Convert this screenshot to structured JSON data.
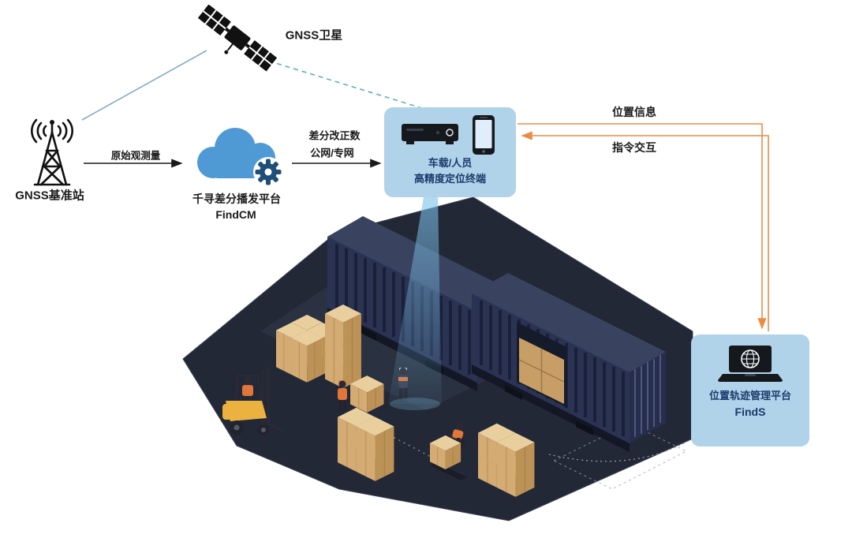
{
  "nodes": {
    "satellite": {
      "label": "GNSS卫星"
    },
    "base_station": {
      "label": "GNSS基准站"
    },
    "cloud": {
      "title": "千寻差分播发平台",
      "subtitle": "FindCM"
    },
    "terminal": {
      "line1": "车载/人员",
      "line2": "高精度定位终端"
    },
    "platform": {
      "title": "位置轨迹管理平台",
      "subtitle": "FindS"
    }
  },
  "edges": {
    "raw_observation": {
      "label": "原始观测量"
    },
    "correction": {
      "line1": "差分改正数",
      "line2": "公网/专网"
    },
    "position_info": {
      "label": "位置信息"
    },
    "command_interaction": {
      "label": "指令交互"
    }
  },
  "icons": {
    "satellite": "satellite-icon",
    "base_station": "radio-tower-icon",
    "cloud": "cloud-gear-icon",
    "terminal": "receiver-and-phone-icon",
    "platform": "laptop-globe-icon"
  },
  "colors": {
    "card_background": "#b0d3e9",
    "label_navy": "#1c3a6b",
    "arrow_black": "#1a1a1a",
    "arrow_orange": "#ed8b45",
    "satellite_link_teal": "#5fb0ad",
    "station_link_blue": "#85abc8",
    "cloud_blue": "#4f9ad4",
    "gear_navy": "#1f4e79",
    "container_navy": "#2b3353",
    "ground_dark": "#232836",
    "crate_tan": "#d5ab74",
    "forklift_yellow": "#ecb23f"
  }
}
